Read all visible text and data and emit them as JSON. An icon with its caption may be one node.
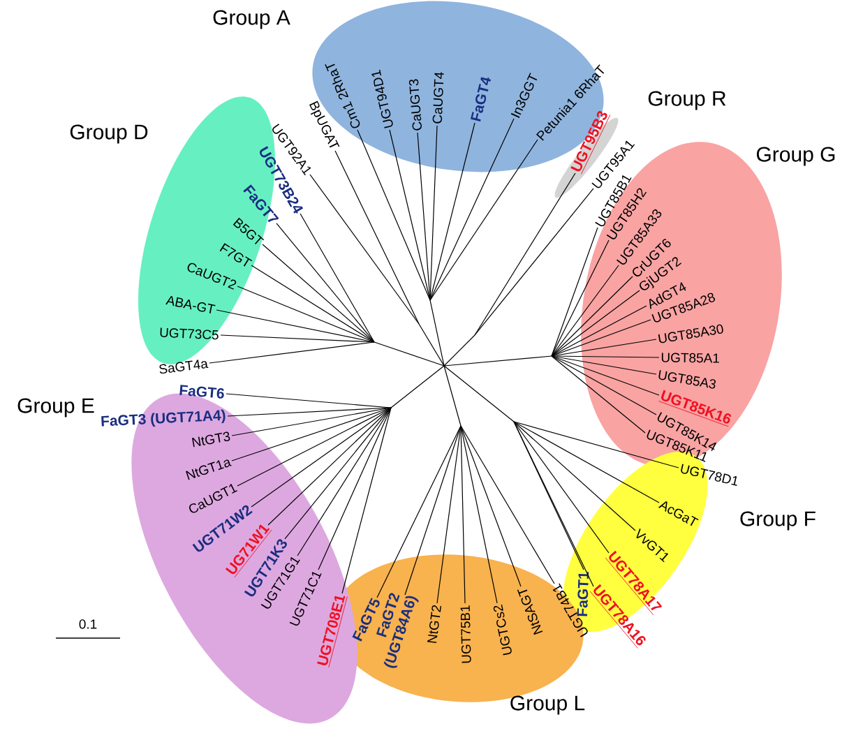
{
  "diagram": {
    "nodes": [
      {
        "text": [
          "Group A"
        ]
      },
      {
        "text": [
          "UGT92A1"
        ]
      },
      {
        "text": [
          "BpUGAT"
        ]
      },
      {
        "text": [
          "Cm1 2RhaT"
        ],
        "in": 0
      },
      {
        "text": [
          "UGT94D1"
        ],
        "in": 0
      },
      {
        "text": [
          "CaUGT3"
        ],
        "in": 0
      },
      {
        "text": [
          "CaUGT4"
        ],
        "in": 0
      },
      {
        "text": [
          "FaGT4"
        ],
        "in": 0
      },
      {
        "text": [
          "In3GGT"
        ],
        "in": 0
      },
      {
        "text": [
          "Petunia1 6RhaT"
        ],
        "in": 0
      },
      {
        "text": [
          "Group R"
        ]
      },
      {
        "text": [
          "UGT95B3"
        ]
      },
      {
        "text": [
          "UGT95A1"
        ]
      },
      {
        "text": [
          "Group G"
        ]
      },
      {
        "text": [
          "UGT85B1"
        ],
        "in": 13
      },
      {
        "text": [
          "UGT85H2"
        ],
        "in": 13
      },
      {
        "text": [
          "UGT85A33"
        ],
        "in": 13
      },
      {
        "text": [
          "CrUGT6"
        ],
        "in": 13
      },
      {
        "text": [
          "GjUGT2"
        ],
        "in": 13
      },
      {
        "text": [
          "AdGT4"
        ],
        "in": 13
      },
      {
        "text": [
          "UGT85A28"
        ],
        "in": 13
      },
      {
        "text": [
          "UGT85A30"
        ],
        "in": 13
      },
      {
        "text": [
          "UGT85A1"
        ],
        "in": 13
      },
      {
        "text": [
          "UGT85A3"
        ],
        "in": 13
      },
      {
        "text": [
          "UGT85K16"
        ],
        "in": 13
      },
      {
        "text": [
          "UGT85K14"
        ],
        "in": 13
      },
      {
        "text": [
          "UGT85K11"
        ],
        "in": 13
      },
      {
        "text": [
          "Group F"
        ]
      },
      {
        "text": [
          "UGT78D1"
        ]
      },
      {
        "text": [
          "AcGaT"
        ],
        "in": 27
      },
      {
        "text": [
          "VvGT1"
        ],
        "in": 27
      },
      {
        "text": [
          "UGT78A17"
        ],
        "in": 27
      },
      {
        "text": [
          "UGT78A16"
        ]
      },
      {
        "text": [
          "FaGT1"
        ],
        "in": 27
      },
      {
        "text": [
          "Group L"
        ]
      },
      {
        "text": [
          "UGT74B1"
        ],
        "in": 34
      },
      {
        "text": [
          "NtSAGT"
        ],
        "in": 34
      },
      {
        "text": [
          "UGTCs2"
        ],
        "in": 34
      },
      {
        "text": [
          "UGT75B1"
        ],
        "in": 34
      },
      {
        "text": [
          "NtGT2"
        ],
        "in": 34
      },
      {
        "text": [
          "FaGT5"
        ],
        "in": 34
      },
      {
        "text": [
          "FaGT2 (UGT84A6)"
        ],
        "in": 34
      },
      {
        "text": [
          "Group E"
        ]
      },
      {
        "text": [
          "UGT708E1"
        ],
        "in": 42
      },
      {
        "text": [
          "UGT71C1"
        ],
        "in": 42
      },
      {
        "text": [
          "UGT71G1"
        ],
        "in": 42
      },
      {
        "text": [
          "UGT71K3"
        ],
        "in": 42
      },
      {
        "text": [
          "UG71W1"
        ],
        "in": 42
      },
      {
        "text": [
          "UGT71W2"
        ],
        "in": 42
      },
      {
        "text": [
          "CaUGT1"
        ],
        "in": 42
      },
      {
        "text": [
          "NtGT1a"
        ],
        "in": 42
      },
      {
        "text": [
          "NtGT3"
        ],
        "in": 42
      },
      {
        "text": [
          "FaGT3 (UGT71A4)"
        ]
      },
      {
        "text": [
          "FaGT6"
        ]
      },
      {
        "text": [
          "Group D"
        ]
      },
      {
        "text": [
          "SaGT4a"
        ]
      },
      {
        "text": [
          "UGT73C5"
        ],
        "in": 54
      },
      {
        "text": [
          "ABA-GT"
        ],
        "in": 54
      },
      {
        "text": [
          "CaUGT2"
        ],
        "in": 54
      },
      {
        "text": [
          "F7GT"
        ],
        "in": 54
      },
      {
        "text": [
          "B5GT"
        ],
        "in": 54
      },
      {
        "text": [
          "FaGT7"
        ],
        "in": 54
      },
      {
        "text": [
          "UGT73B24"
        ]
      }
    ],
    "edges": [
      {
        "from": null,
        "to": 1,
        "arrow": "none"
      },
      {
        "from": null,
        "to": 2,
        "arrow": "none"
      },
      {
        "from": null,
        "to": 3,
        "arrow": "none"
      },
      {
        "from": null,
        "to": 4,
        "arrow": "none"
      },
      {
        "from": null,
        "to": 5,
        "arrow": "none"
      },
      {
        "from": null,
        "to": 6,
        "arrow": "none"
      },
      {
        "from": null,
        "to": 7,
        "arrow": "none"
      },
      {
        "from": null,
        "to": 8,
        "arrow": "none"
      },
      {
        "from": null,
        "to": 9,
        "arrow": "none"
      },
      {
        "from": null,
        "to": 11,
        "arrow": "none"
      },
      {
        "from": null,
        "to": 12,
        "arrow": "none"
      },
      {
        "from": null,
        "to": 14,
        "arrow": "none"
      },
      {
        "from": null,
        "to": 15,
        "arrow": "none"
      },
      {
        "from": null,
        "to": 16,
        "arrow": "none"
      },
      {
        "from": null,
        "to": 17,
        "arrow": "none"
      },
      {
        "from": null,
        "to": 18,
        "arrow": "none"
      },
      {
        "from": null,
        "to": 19,
        "arrow": "none"
      },
      {
        "from": null,
        "to": 20,
        "arrow": "none"
      },
      {
        "from": null,
        "to": 21,
        "arrow": "none"
      },
      {
        "from": null,
        "to": 22,
        "arrow": "none"
      },
      {
        "from": null,
        "to": 23,
        "arrow": "none"
      },
      {
        "from": null,
        "to": 24,
        "arrow": "none"
      },
      {
        "from": null,
        "to": 25,
        "arrow": "none"
      },
      {
        "from": null,
        "to": 26,
        "arrow": "none"
      },
      {
        "from": null,
        "to": 28,
        "arrow": "none"
      },
      {
        "from": null,
        "to": 29,
        "arrow": "none"
      },
      {
        "from": null,
        "to": 30,
        "arrow": "none"
      },
      {
        "from": null,
        "to": 31,
        "arrow": "none"
      },
      {
        "from": null,
        "to": 32,
        "arrow": "none"
      },
      {
        "from": null,
        "to": 33,
        "arrow": "none"
      },
      {
        "from": null,
        "to": 35,
        "arrow": "none"
      },
      {
        "from": null,
        "to": 36,
        "arrow": "none"
      },
      {
        "from": null,
        "to": 37,
        "arrow": "none"
      },
      {
        "from": null,
        "to": 38,
        "arrow": "none"
      },
      {
        "from": null,
        "to": 39,
        "arrow": "none"
      },
      {
        "from": null,
        "to": 40,
        "arrow": "none"
      },
      {
        "from": null,
        "to": 41,
        "arrow": "none"
      },
      {
        "from": null,
        "to": 43,
        "arrow": "none"
      },
      {
        "from": null,
        "to": 44,
        "arrow": "none"
      },
      {
        "from": null,
        "to": 45,
        "arrow": "none"
      },
      {
        "from": null,
        "to": 46,
        "arrow": "none"
      },
      {
        "from": null,
        "to": 47,
        "arrow": "none"
      },
      {
        "from": null,
        "to": 48,
        "arrow": "none"
      },
      {
        "from": null,
        "to": 49,
        "arrow": "none"
      },
      {
        "from": null,
        "to": 50,
        "arrow": "none"
      },
      {
        "from": null,
        "to": 51,
        "arrow": "none"
      },
      {
        "from": null,
        "to": 52,
        "arrow": "none"
      },
      {
        "from": null,
        "to": 53,
        "arrow": "none"
      },
      {
        "from": null,
        "to": 55,
        "arrow": "none"
      },
      {
        "from": null,
        "to": 56,
        "arrow": "none"
      },
      {
        "from": null,
        "to": 57,
        "arrow": "none"
      },
      {
        "from": null,
        "to": 58,
        "arrow": "none"
      },
      {
        "from": null,
        "to": 59,
        "arrow": "none"
      },
      {
        "from": null,
        "to": 60,
        "arrow": "none"
      },
      {
        "from": null,
        "to": 61,
        "arrow": "none"
      },
      {
        "from": null,
        "to": 62,
        "arrow": "none"
      }
    ],
    "labels": [
      "0.1"
    ]
  }
}
